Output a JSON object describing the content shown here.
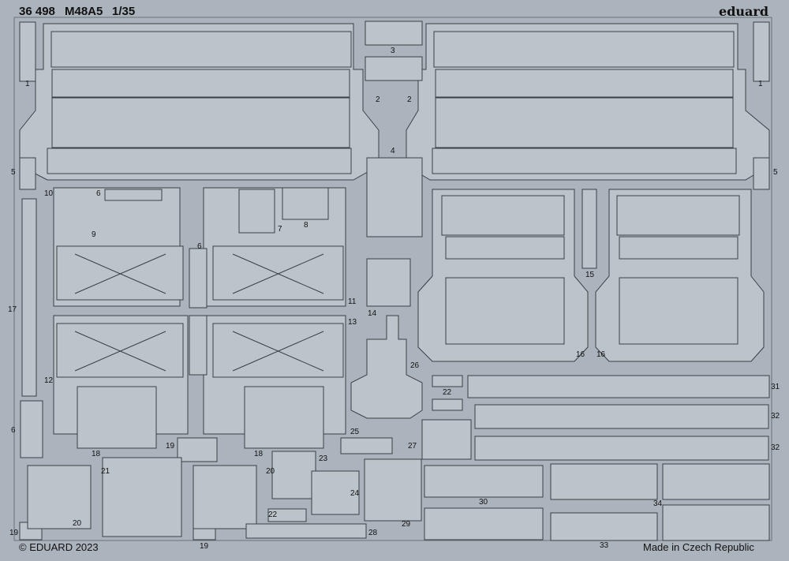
{
  "header": {
    "code": "36 498",
    "model": "M48A5",
    "scale": "1/35",
    "brand": "eduard"
  },
  "footer": {
    "copyright": "© EDUARD 2023",
    "origin": "Made in Czech Republic"
  },
  "part_numbers": [
    "1",
    "1",
    "2",
    "2",
    "3",
    "4",
    "5",
    "5",
    "6",
    "6",
    "6",
    "7",
    "8",
    "9",
    "10",
    "11",
    "12",
    "13",
    "14",
    "15",
    "16",
    "16",
    "17",
    "18",
    "18",
    "19",
    "19",
    "19",
    "20",
    "20",
    "21",
    "22",
    "22",
    "23",
    "24",
    "25",
    "26",
    "27",
    "28",
    "29",
    "30",
    "31",
    "32",
    "32",
    "33",
    "34"
  ],
  "colors": {
    "sheet": "#abb4bc",
    "part_fill": "#bcc4cb",
    "etch_line": "#3a3f44",
    "text": "#111111"
  }
}
